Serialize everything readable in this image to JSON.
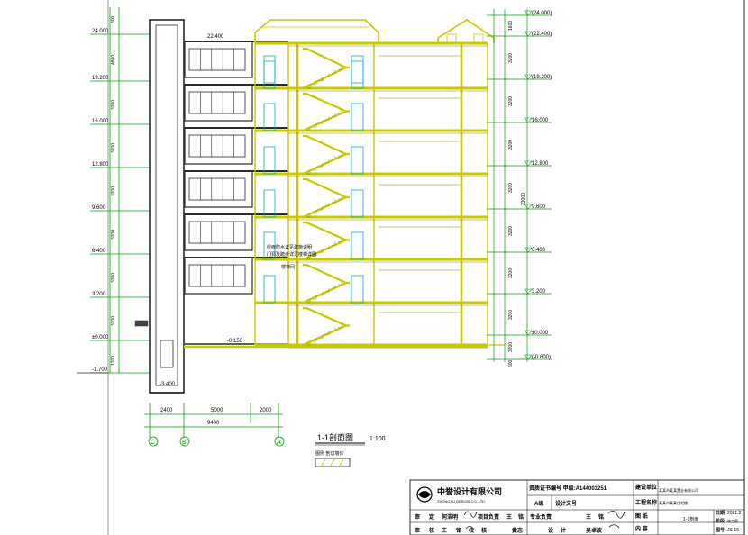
{
  "colors": {
    "background": "#ffffff",
    "frame": "#2a2a2a",
    "building": "#c8c800",
    "building_dark": "#8a8a00",
    "dimension": "#00a000",
    "window": "#00b3b3",
    "text": "#000000"
  },
  "left_elevations": {
    "labels": [
      "24.000",
      "19.200",
      "16.000",
      "12.800",
      "9.600",
      "6.400",
      "3.200",
      "±0.000",
      "-1.700"
    ],
    "dims": [
      "300",
      "4800",
      "3200",
      "3200",
      "3200",
      "3200",
      "3200",
      "3200",
      "1700"
    ]
  },
  "right_elevations": {
    "labels": [
      "(24.000)",
      "(22.400)",
      "(19.200)",
      "16.000",
      "12.800",
      "9.600",
      "6.400",
      "3.200",
      "±0.000",
      "(-0.600)"
    ],
    "dims": [
      "1600",
      "3200",
      "3200",
      "3200",
      "3200",
      "3200",
      "3200",
      "3200",
      "3200",
      "600"
    ],
    "total": "23000"
  },
  "section_notes": {
    "roof_level": "22.400",
    "ground_level": "-0.150",
    "pit_level": "-3.400",
    "annotation_1": "屋面防水详见建施说明",
    "annotation_2": "门洞及踏步详见楼梯详图",
    "small_tag": "楼梯间"
  },
  "bottom_dims": {
    "segments": [
      "2400",
      "5000",
      "2000"
    ],
    "total": "9400",
    "axes": [
      "C",
      "B",
      "A"
    ]
  },
  "section_title": {
    "name": "1-1剖面图",
    "scale": "1:100"
  },
  "legend": {
    "caption": "图例  剖切墙体"
  },
  "title_block": {
    "company": "中誉设计有限公司",
    "company_en": "ZHONGYU DESIGN CO.,LTD.",
    "cert_label": "证书编号",
    "cert_no": "资质证书编号 甲级:A144003251",
    "build_unit_label": "建设单位",
    "build_unit": "某某市某某置业有限公司",
    "grade": "A级",
    "design_no_label": "设计文号",
    "project_label": "工程名称",
    "project": "某某市某某住宅楼",
    "drawing_label": "图 纸",
    "content_label": "内 容",
    "drawing_name": "1-1剖面",
    "date_label": "日期",
    "date": "2021.2",
    "stage_label": "阶段",
    "stage": "施工图",
    "number_label": "图号",
    "number": "JS-15",
    "row1": [
      "审",
      "定",
      "何浩明",
      "项目负责",
      "王",
      "铭",
      "专业负责",
      "王",
      "铭"
    ],
    "row2": [
      "审",
      "核",
      "王",
      "铭",
      "校",
      "核",
      "黄志",
      "设",
      "计",
      "吴卓波"
    ]
  }
}
